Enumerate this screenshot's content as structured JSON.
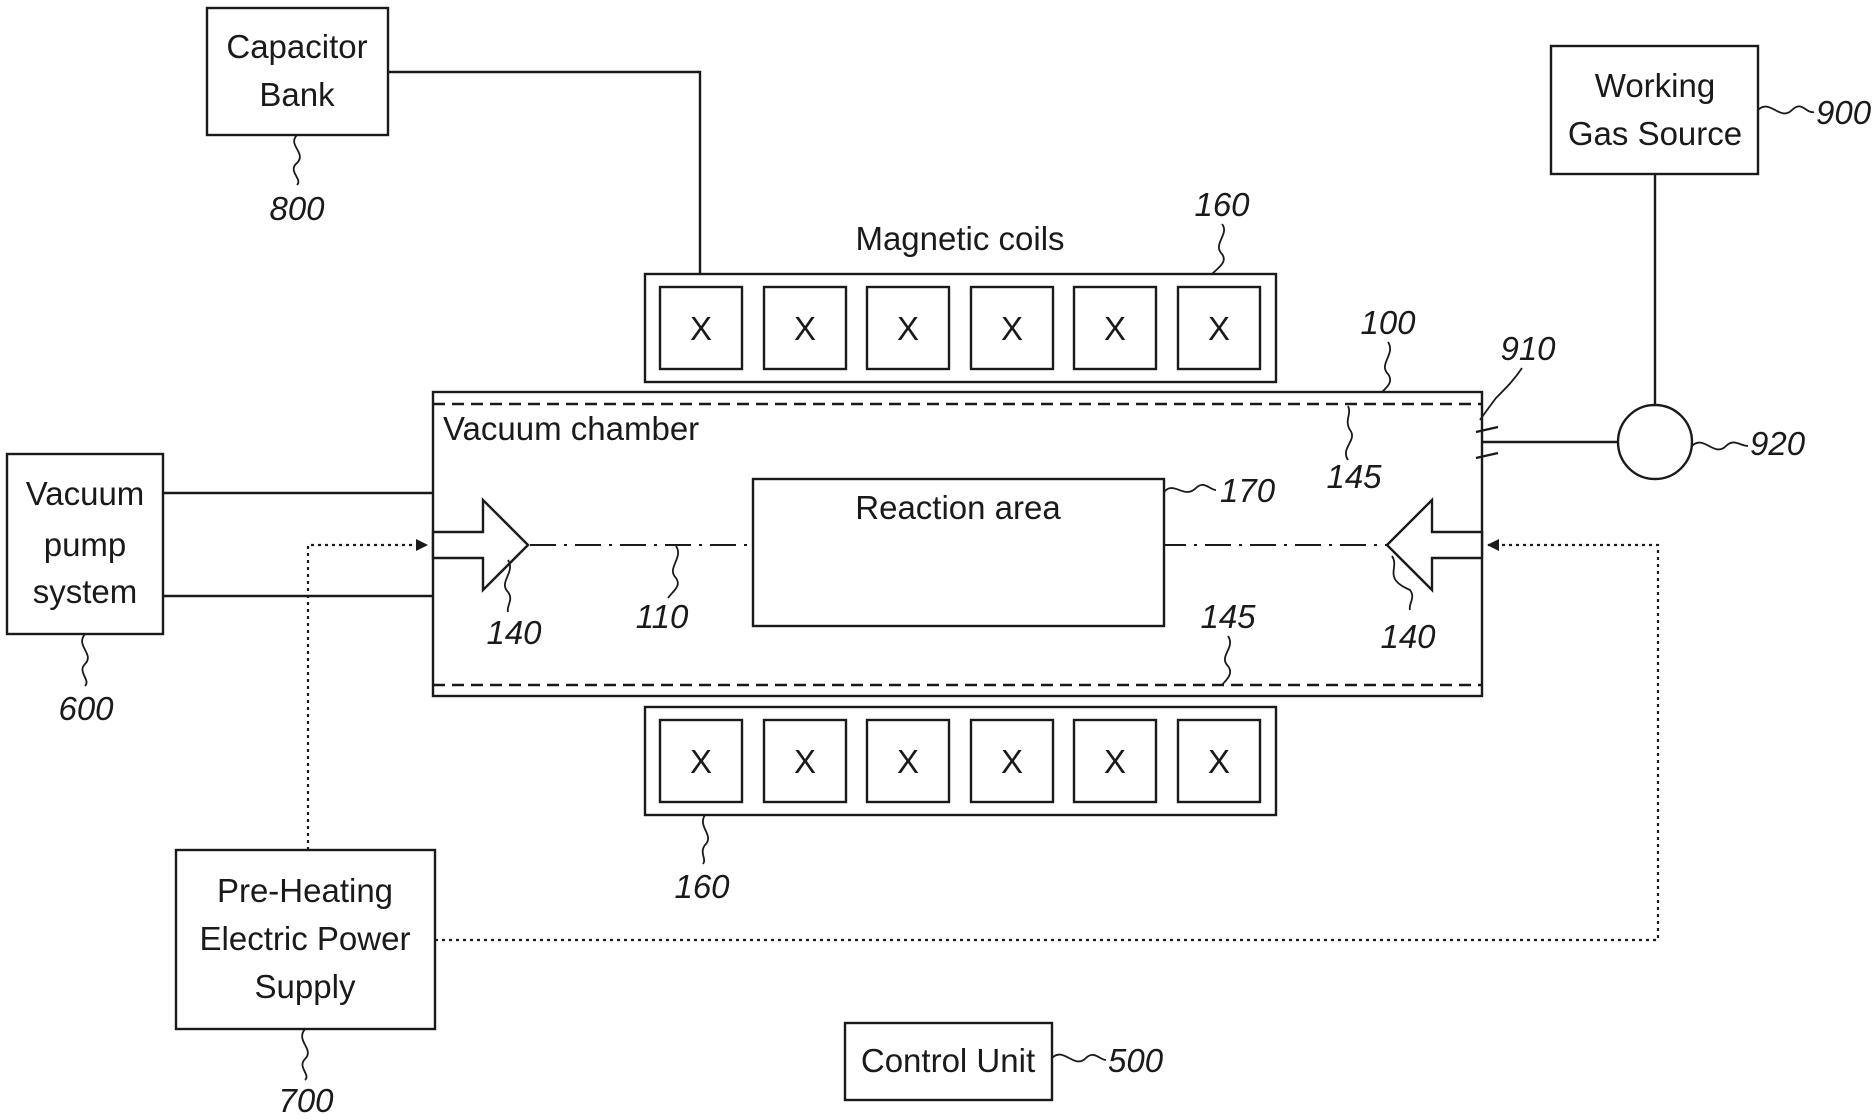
{
  "capacitor_bank": {
    "line1": "Capacitor",
    "line2": "Bank",
    "ref": "800"
  },
  "working_gas_source": {
    "line1": "Working",
    "line2": "Gas Source",
    "ref": "900"
  },
  "magnetic_coils": {
    "label": "Magnetic coils",
    "ref_top": "160",
    "ref_bottom": "160",
    "coil_mark": "X"
  },
  "vacuum_chamber": {
    "label": "Vacuum chamber",
    "ref": "100"
  },
  "vacuum_pump_system": {
    "line1": "Vacuum",
    "line2": "pump",
    "line3": "system",
    "ref": "600"
  },
  "reaction_area": {
    "label": "Reaction area",
    "ref": "170"
  },
  "axis": {
    "ref": "110"
  },
  "plasma_guns": {
    "ref_left": "140",
    "ref_right": "140"
  },
  "liners": {
    "ref_top": "145",
    "ref_bottom": "145"
  },
  "gas_inlet": {
    "ref": "910"
  },
  "valve": {
    "ref": "920"
  },
  "preheating_supply": {
    "line1": "Pre-Heating",
    "line2": "Electric Power",
    "line3": "Supply",
    "ref": "700"
  },
  "control_unit": {
    "label": "Control Unit",
    "ref": "500"
  }
}
